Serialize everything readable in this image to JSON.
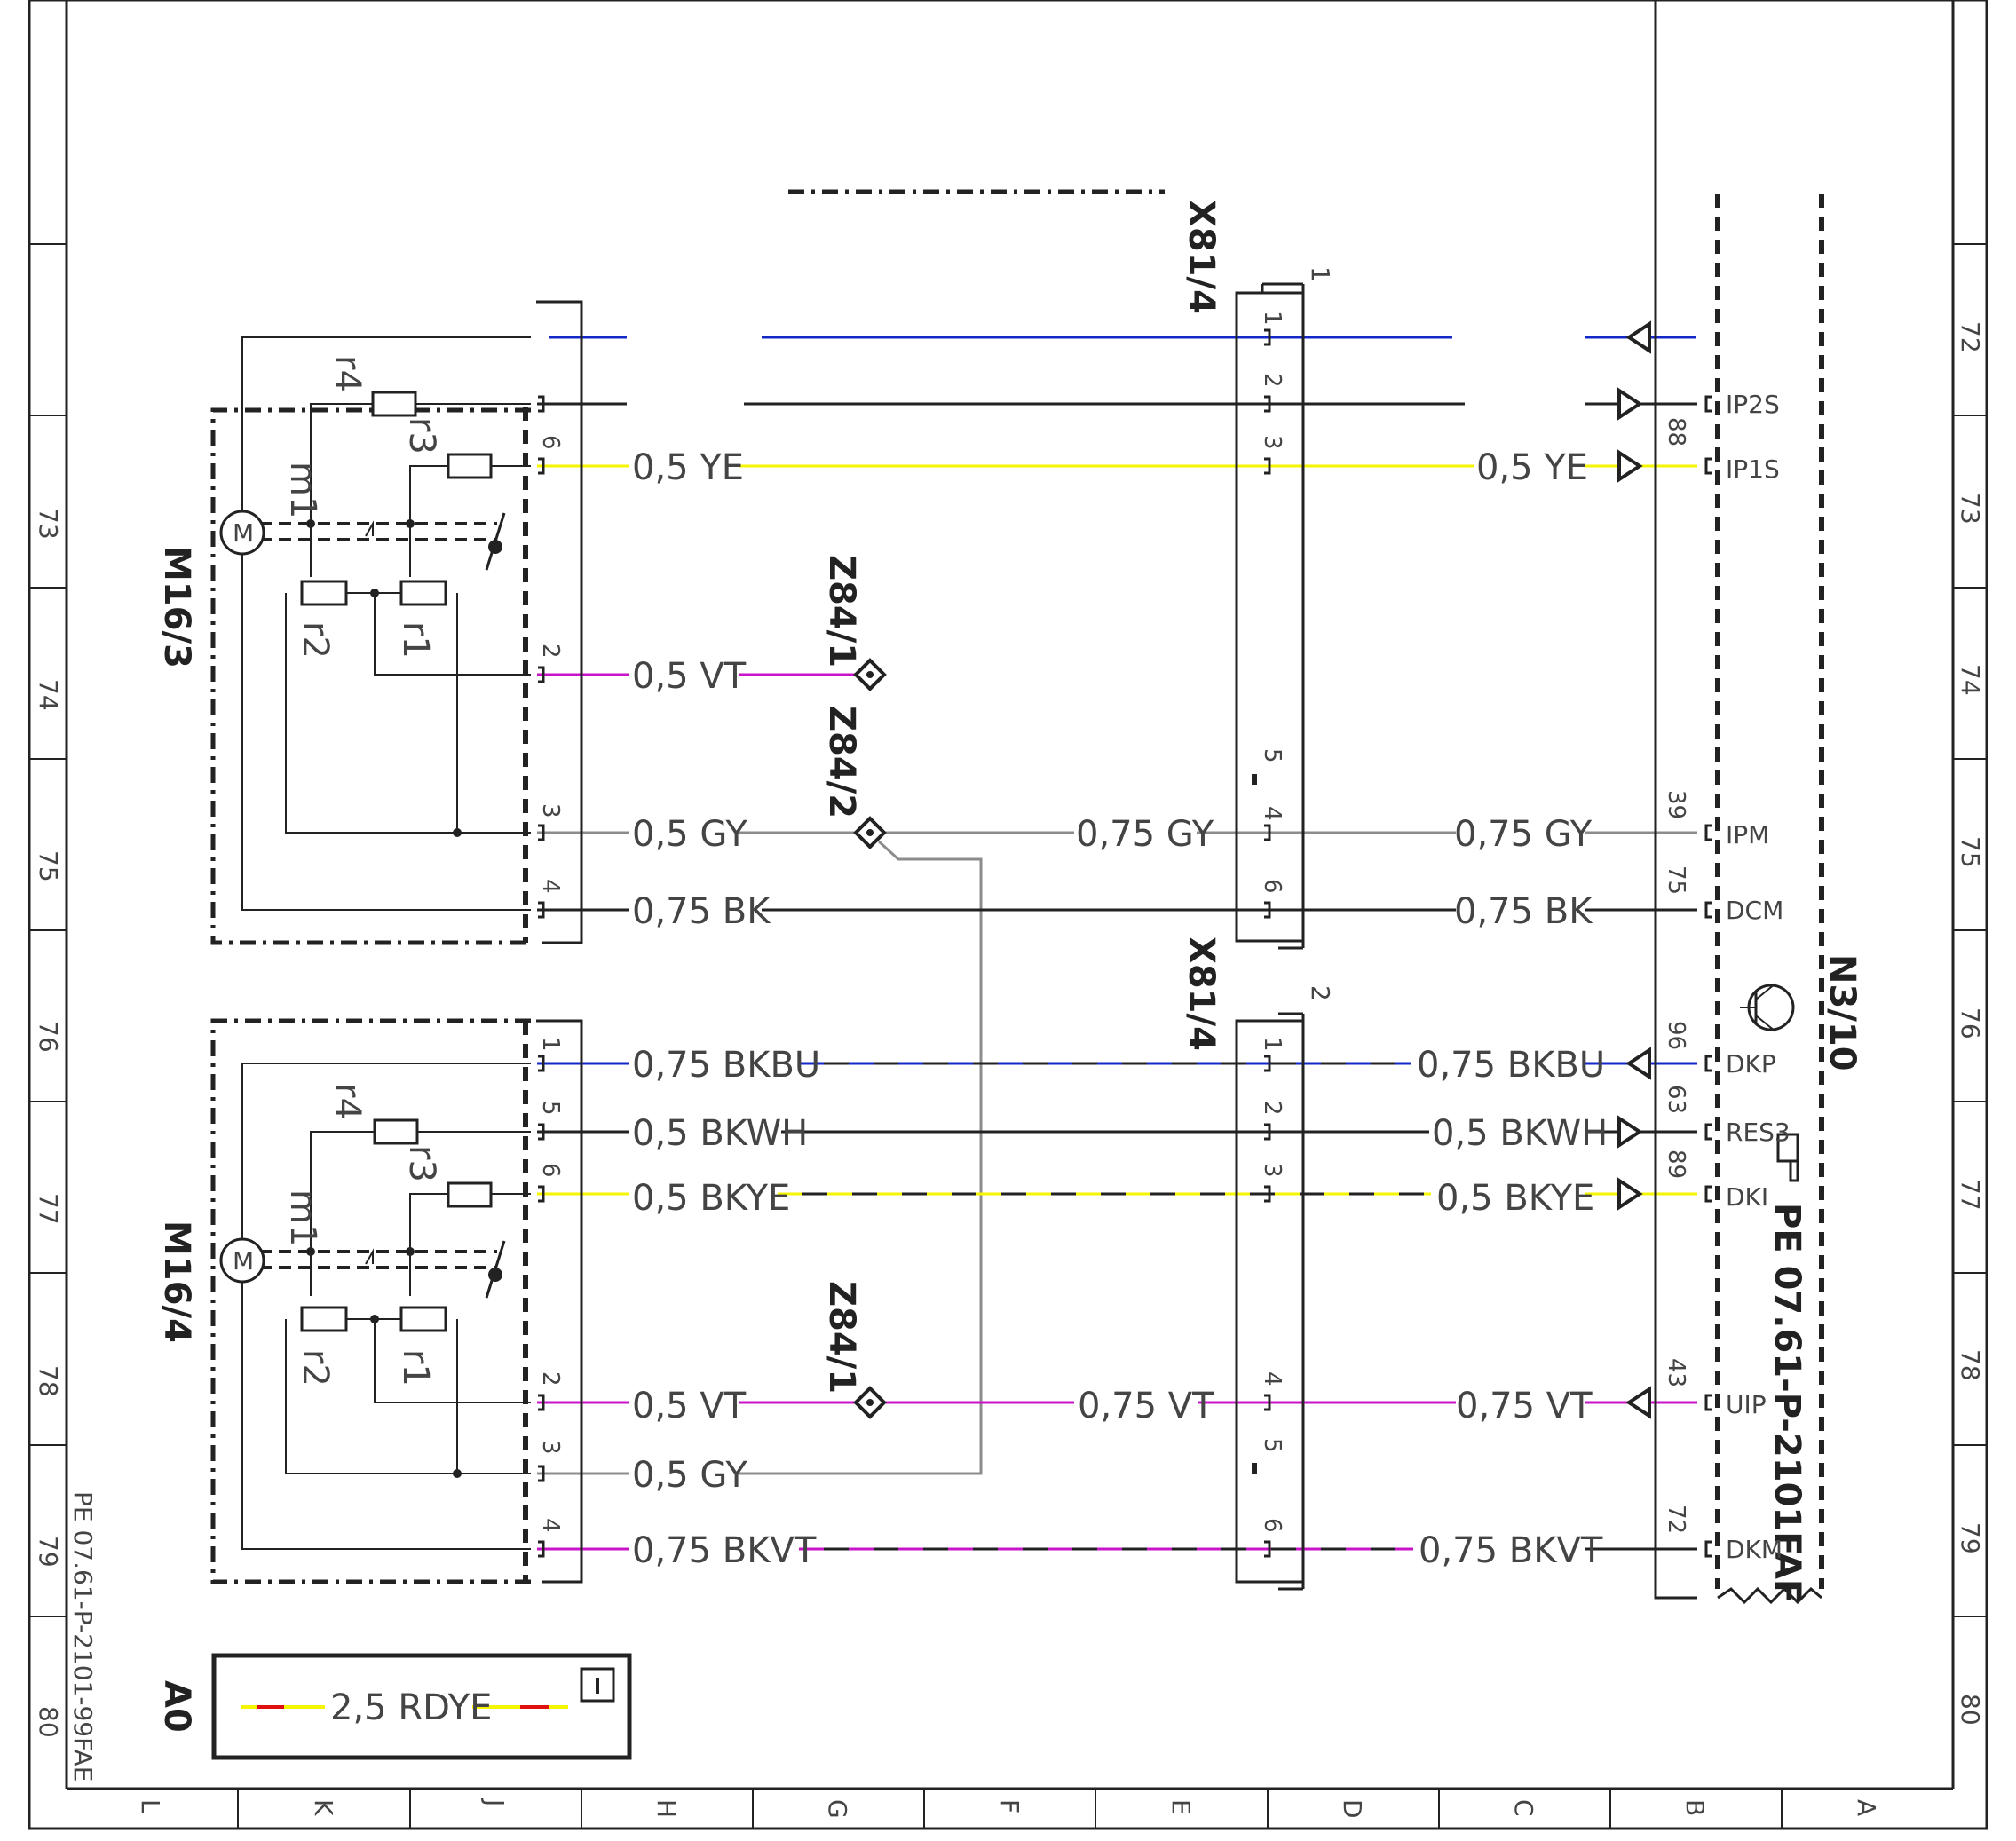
{
  "sheet": {
    "doc_ref": "PE 07.61-P-2101-99FAE",
    "row_numbers": [
      "72",
      "73",
      "74",
      "75",
      "76",
      "77",
      "78",
      "79",
      "80"
    ],
    "column_letters": [
      "L",
      "K",
      "J",
      "H",
      "G",
      "F",
      "E",
      "D",
      "C",
      "B",
      "A"
    ]
  },
  "components": {
    "m16_3": "M16/3",
    "m16_4": "M16/4",
    "n3_10": "N3/10",
    "x81_4": "X81/4",
    "z84_1": "Z84/1",
    "z84_2": "Z84/2",
    "a0": "A0",
    "ref": "PE 07.61-P-2101FAF",
    "conn1": "1",
    "conn2": "2",
    "motor": "M",
    "r1": "r1",
    "r2": "r2",
    "r3": "r3",
    "r4": "r4",
    "m1": "m1"
  },
  "colors": {
    "blue": "#1428c8",
    "yellow": "#f5f500",
    "violet": "#c814c8",
    "gray": "#8c8c8c",
    "black": "#222222",
    "red": "#e01010"
  },
  "wires": {
    "ye05": "0,5 YE",
    "vt05": "0,5 VT",
    "gy05": "0,5 GY",
    "gy075": "0,75 GY",
    "bk075": "0,75 BK",
    "bkbu075": "0,75 BKBU",
    "bkwh05": "0,5 BKWH",
    "bkye05": "0,5 BKYE",
    "vt075": "0,75 VT",
    "bkvt075": "0,75 BKVT",
    "rdye25": "2,5 RDYE"
  },
  "n3_pins": {
    "ip2s": "IP2S",
    "ip1s": "IP1S",
    "ipm": "IPM",
    "dcm": "DCM",
    "dkp": "DKP",
    "res3": "RES3",
    "dki": "DKI",
    "uip": "UIP",
    "dkm": "DKM",
    "n88": "88",
    "n39": "39",
    "n75": "75",
    "n96": "96",
    "n63": "63",
    "n89": "89",
    "n43": "43",
    "n72": "72"
  },
  "pins": {
    "p1": "1",
    "p2": "2",
    "p3": "3",
    "p4": "4",
    "p5": "5",
    "p6": "6"
  }
}
